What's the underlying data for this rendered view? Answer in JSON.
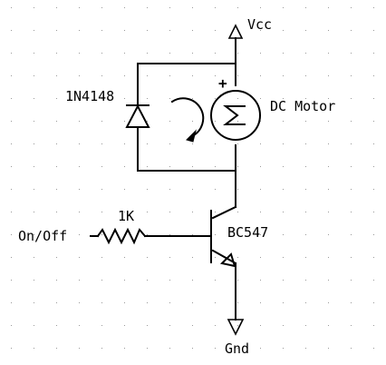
{
  "labels": {
    "vcc": "Vcc",
    "diode": "1N4148",
    "motor": "DC Motor",
    "plus": "+",
    "resistor": "1K",
    "input": "On/Off",
    "transistor": "BC547",
    "ground": "Gnd"
  },
  "colors": {
    "background": "#ffffff",
    "ink": "#000000",
    "grid_dot": "#9a9a9a"
  }
}
